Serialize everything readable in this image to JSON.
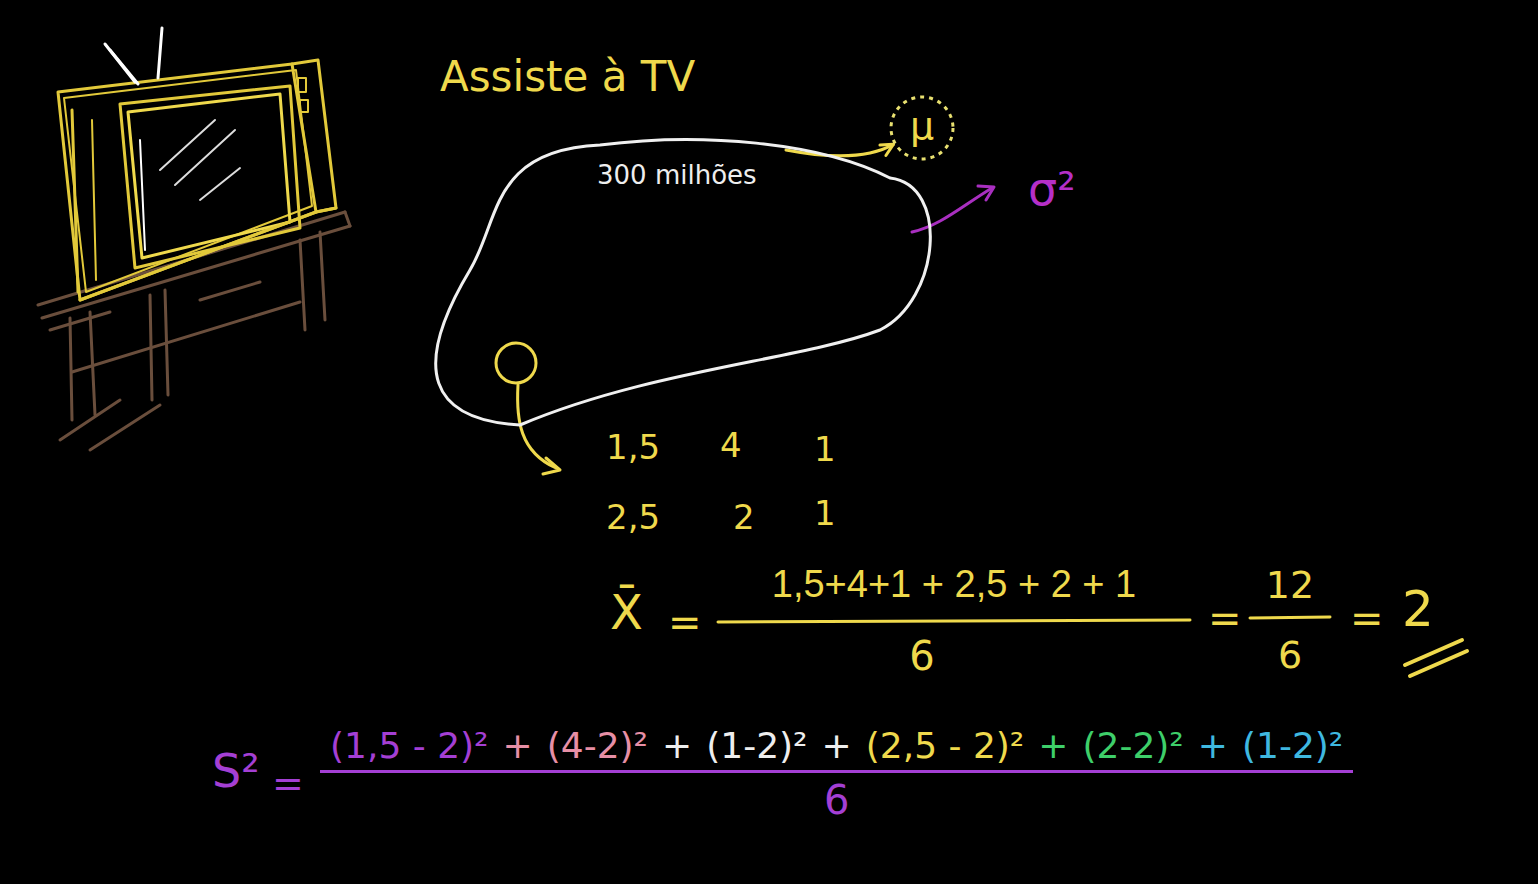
{
  "diagram": {
    "title": "Assiste à TV",
    "nodes": [
      {
        "text": [
          "300 milhões"
        ]
      },
      {
        "text": [
          "μ"
        ]
      }
    ],
    "edges": [
      {
        "from": 0,
        "to": 1,
        "arrow": "to"
      }
    ],
    "labels": [
      "σ²",
      "1,5",
      "4",
      "1",
      "2,5",
      "2",
      "1",
      "X̄",
      "=",
      "1,5+4+1 + 2,5 + 2 + 1",
      "6",
      "=",
      "12",
      "6",
      "=",
      "2",
      "S²",
      "=",
      "(1,5 - 2)²",
      "+",
      "(4-2)²",
      "+",
      "(1-2)²",
      "+",
      "(2,5 - 2)²",
      "+",
      "(2-2)²",
      "+",
      "(1-2)²",
      "6"
    ]
  }
}
